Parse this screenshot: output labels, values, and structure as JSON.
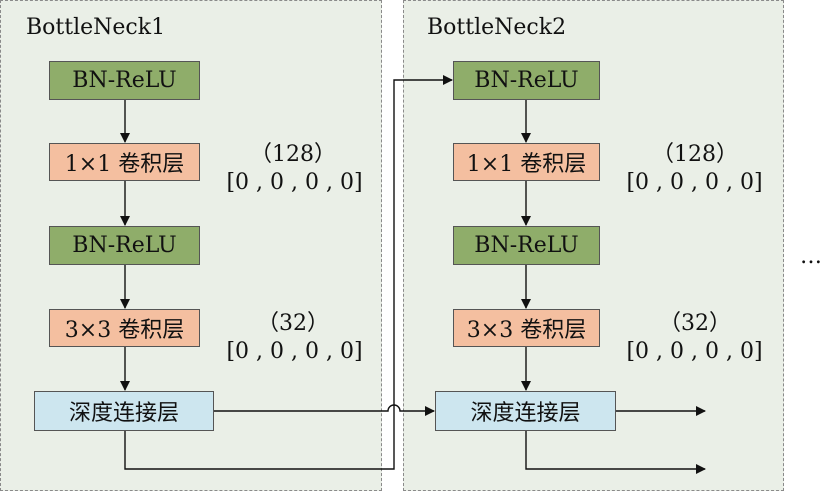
{
  "colors": {
    "panel_bg": "#eaefe7",
    "bn_relu": "#8fad6a",
    "conv": "#f4bfa0",
    "concat": "#cde6ef"
  },
  "blocks": [
    {
      "title": "BottleNeck1",
      "bn_relu_1": "BN-ReLU",
      "conv1": "1×1 卷积层",
      "conv1_channels": "（128）",
      "conv1_padding": "[0 , 0 , 0 , 0]",
      "bn_relu_2": "BN-ReLU",
      "conv3": "3×3 卷积层",
      "conv3_channels": "（32）",
      "conv3_padding": "[0 , 0 , 0 , 0]",
      "concat": "深度连接层"
    },
    {
      "title": "BottleNeck2",
      "bn_relu_1": "BN-ReLU",
      "conv1": "1×1 卷积层",
      "conv1_channels": "（128）",
      "conv1_padding": "[0 , 0 , 0 , 0]",
      "bn_relu_2": "BN-ReLU",
      "conv3": "3×3 卷积层",
      "conv3_channels": "（32）",
      "conv3_padding": "[0 , 0 , 0 , 0]",
      "concat": "深度连接层"
    }
  ],
  "continuation": "…"
}
